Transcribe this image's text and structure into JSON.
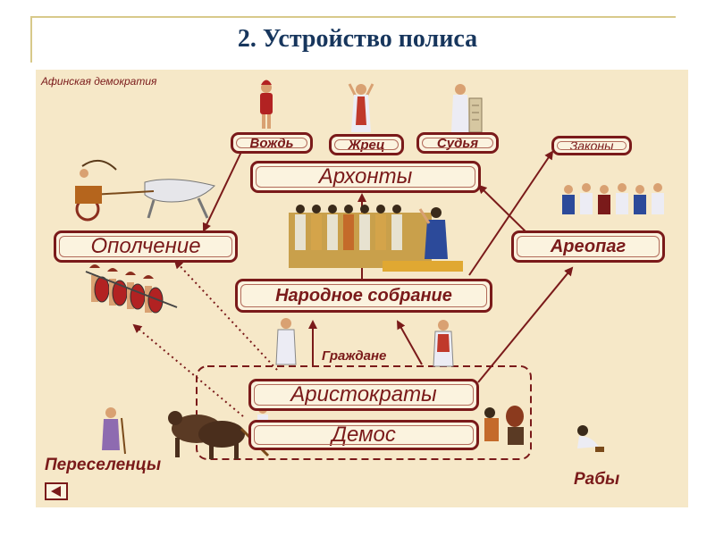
{
  "slide": {
    "title": "2. Устройство полиса"
  },
  "diagram": {
    "caption": "Афинская демократия",
    "nodes": {
      "leader": "Вождь",
      "priest": "Жрец",
      "judge": "Судья",
      "laws": "Законы",
      "archons": "Архонты",
      "militia": "Ополчение",
      "areopagus": "Ареопаг",
      "assembly": "Народное собрание",
      "aristocrats": "Аристократы",
      "demos": "Демос"
    },
    "labels": {
      "citizens": "Граждане",
      "settlers": "Переселенцы",
      "slaves": "Рабы"
    }
  },
  "colors": {
    "accent": "#7a1a1a",
    "panel": "#f6e8c8",
    "title": "#17365d"
  }
}
